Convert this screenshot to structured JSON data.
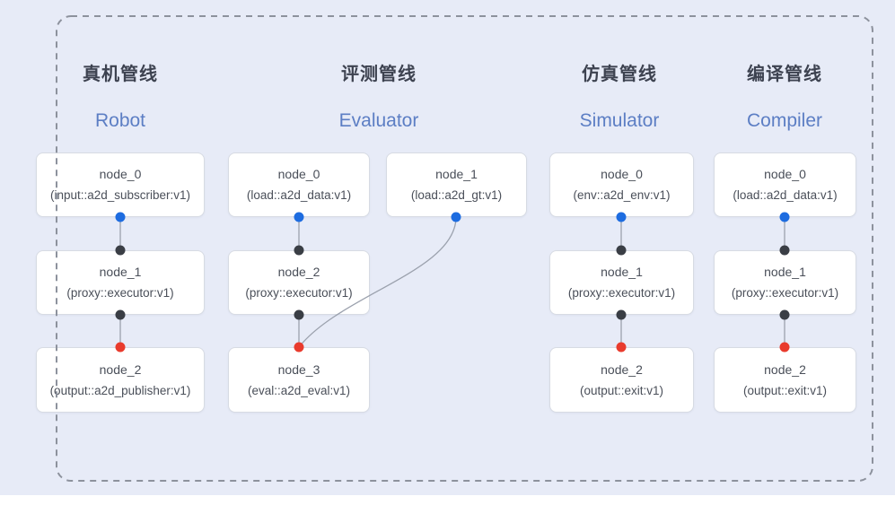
{
  "colors": {
    "background": "#e7ebf7",
    "frame_dash": "#8d929d",
    "node_bg": "#ffffff",
    "node_border": "#d7dbe3",
    "node_text": "#4a4f59",
    "title_cn": "#3d4250",
    "title_en": "#5c7ec4",
    "edge": "#9ba1ad",
    "port_blue": "#1d6ce0",
    "port_black": "#3a3e45",
    "port_red": "#e93b2d"
  },
  "pipelines": [
    {
      "title_cn": "真机管线",
      "title_en": "Robot",
      "nodes": [
        {
          "name": "node_0",
          "impl": "(input::a2d_subscriber:v1)"
        },
        {
          "name": "node_1",
          "impl": "(proxy::executor:v1)"
        },
        {
          "name": "node_2",
          "impl": "(output::a2d_publisher:v1)"
        }
      ]
    },
    {
      "title_cn": "评测管线",
      "title_en": "Evaluator",
      "nodes": [
        {
          "name": "node_0",
          "impl": "(load::a2d_data:v1)"
        },
        {
          "name": "node_1",
          "impl": "(load::a2d_gt:v1)"
        },
        {
          "name": "node_2",
          "impl": "(proxy::executor:v1)"
        },
        {
          "name": "node_3",
          "impl": "(eval::a2d_eval:v1)"
        }
      ]
    },
    {
      "title_cn": "仿真管线",
      "title_en": "Simulator",
      "nodes": [
        {
          "name": "node_0",
          "impl": "(env::a2d_env:v1)"
        },
        {
          "name": "node_1",
          "impl": "(proxy::executor:v1)"
        },
        {
          "name": "node_2",
          "impl": "(output::exit:v1)"
        }
      ]
    },
    {
      "title_cn": "编译管线",
      "title_en": "Compiler",
      "nodes": [
        {
          "name": "node_0",
          "impl": "(load::a2d_data:v1)"
        },
        {
          "name": "node_1",
          "impl": "(proxy::executor:v1)"
        },
        {
          "name": "node_2",
          "impl": "(output::exit:v1)"
        }
      ]
    }
  ]
}
